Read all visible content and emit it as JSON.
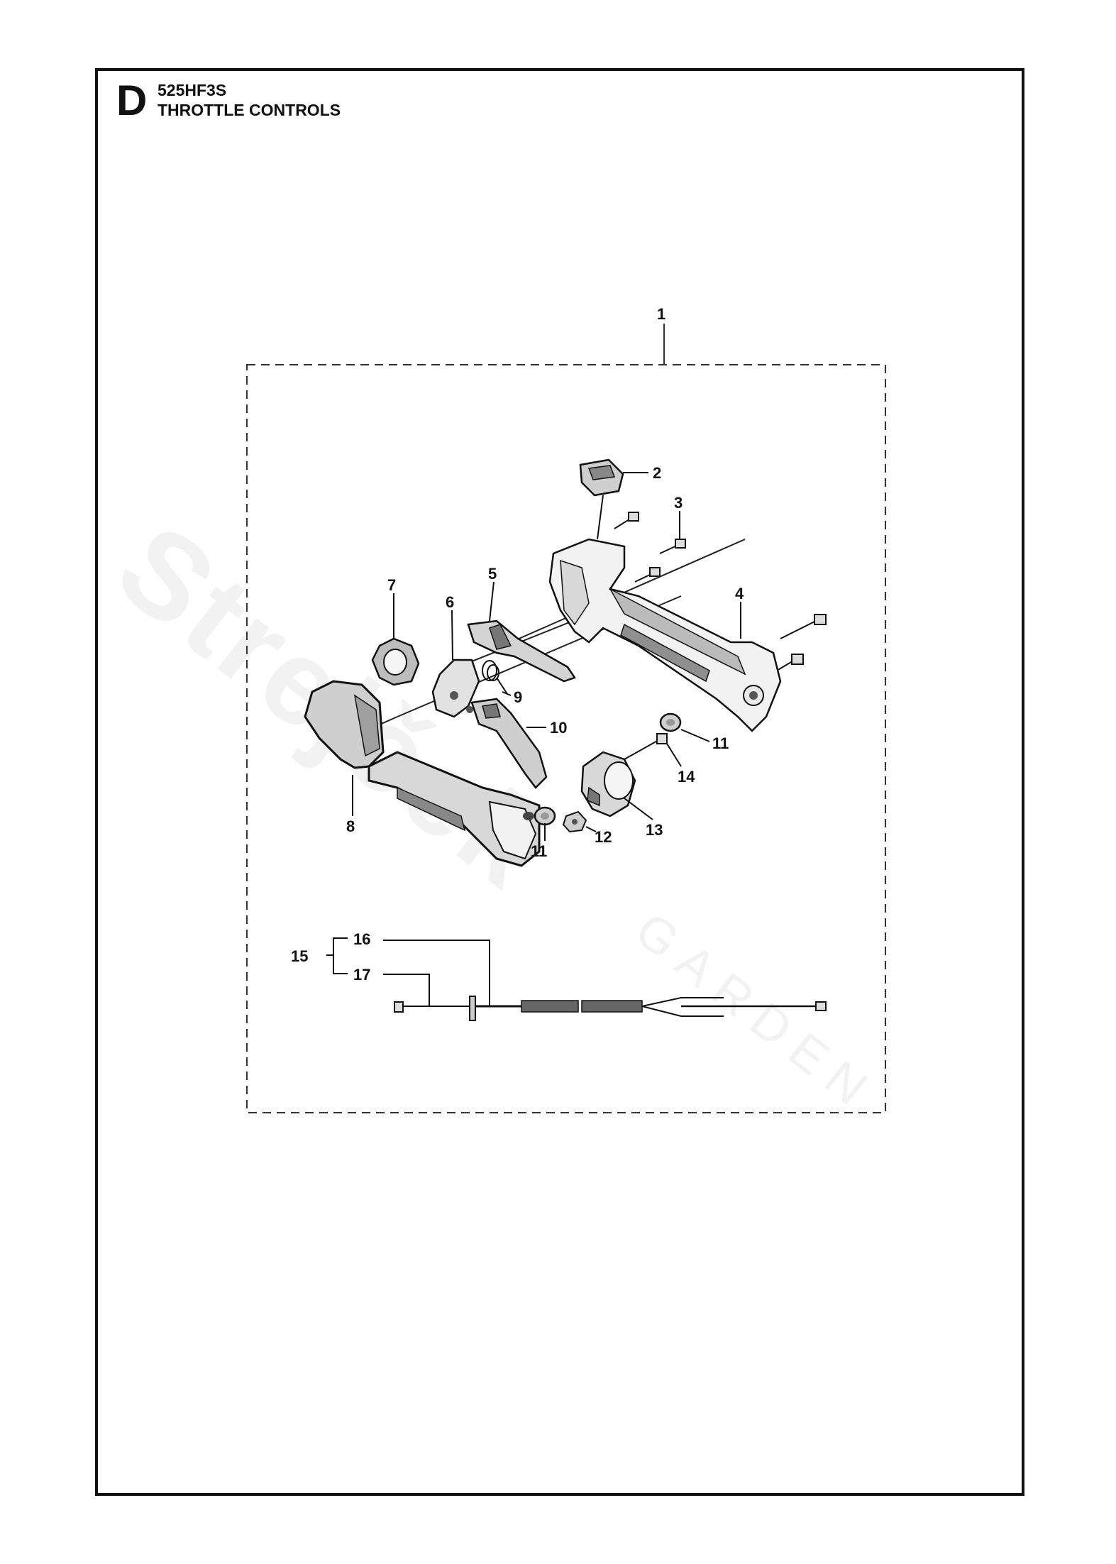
{
  "header": {
    "section_letter": "D",
    "model": "525HF3S",
    "title": "THROTTLE CONTROLS"
  },
  "watermark": {
    "brand": "Strejček",
    "sub": "GARDEN"
  },
  "callouts": {
    "c1": "1",
    "c2": "2",
    "c3": "3",
    "c4": "4",
    "c5": "5",
    "c6": "6",
    "c7": "7",
    "c8": "8",
    "c9": "9",
    "c10": "10",
    "c11a": "11",
    "c11b": "11",
    "c12": "12",
    "c13": "13",
    "c14": "14",
    "c15": "15",
    "c16": "16",
    "c17": "17"
  },
  "colors": {
    "line": "#111111",
    "part_fill": "#dcdcdc",
    "part_dark": "#9a9a9a"
  }
}
